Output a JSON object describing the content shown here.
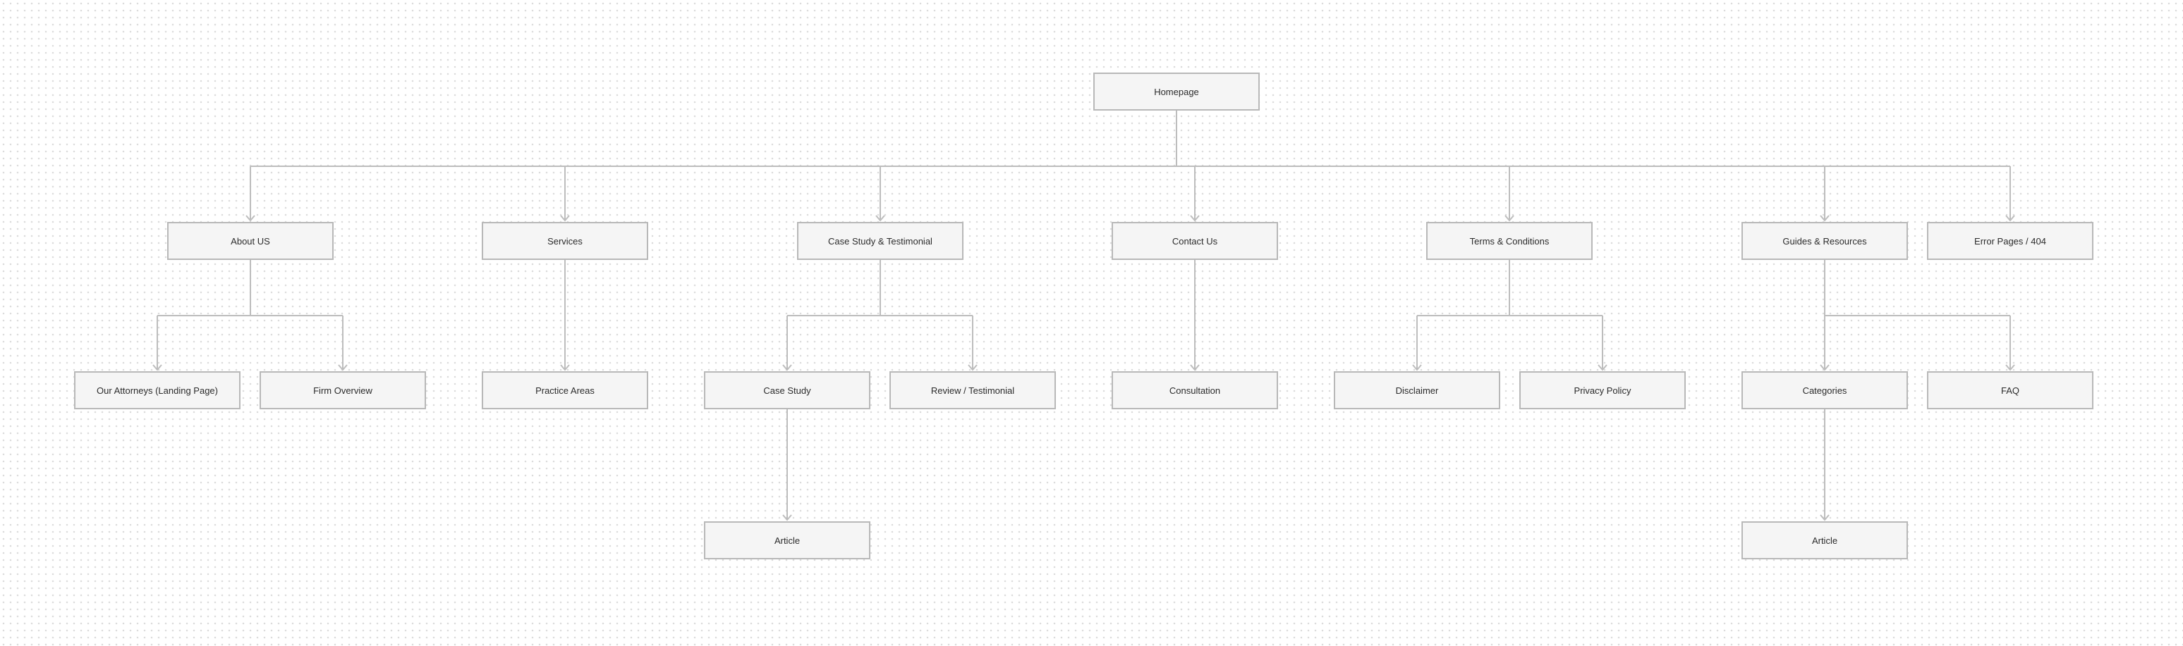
{
  "sitemap": {
    "nodes": {
      "homepage": "Homepage",
      "about_us": "About US",
      "services": "Services",
      "case_study_testimonial": "Case Study & Testimonial",
      "contact_us": "Contact Us",
      "terms_conditions": "Terms & Conditions",
      "guides_resources": "Guides & Resources",
      "error_pages": "Error Pages / 404",
      "our_attorneys": "Our Attorneys (Landing Page)",
      "firm_overview": "Firm Overview",
      "practice_areas": "Practice Areas",
      "case_study": "Case Study",
      "review_testimonial": "Review / Testimonial",
      "consultation": "Consultation",
      "disclaimer": "Disclaimer",
      "privacy_policy": "Privacy Policy",
      "categories": "Categories",
      "faq": "FAQ",
      "case_study_article": "Article",
      "categories_article": "Article"
    },
    "edges": [
      [
        "homepage",
        "about_us"
      ],
      [
        "homepage",
        "services"
      ],
      [
        "homepage",
        "case_study_testimonial"
      ],
      [
        "homepage",
        "contact_us"
      ],
      [
        "homepage",
        "terms_conditions"
      ],
      [
        "homepage",
        "guides_resources"
      ],
      [
        "homepage",
        "error_pages"
      ],
      [
        "about_us",
        "our_attorneys"
      ],
      [
        "about_us",
        "firm_overview"
      ],
      [
        "services",
        "practice_areas"
      ],
      [
        "case_study_testimonial",
        "case_study"
      ],
      [
        "case_study_testimonial",
        "review_testimonial"
      ],
      [
        "contact_us",
        "consultation"
      ],
      [
        "terms_conditions",
        "disclaimer"
      ],
      [
        "terms_conditions",
        "privacy_policy"
      ],
      [
        "guides_resources",
        "categories"
      ],
      [
        "guides_resources",
        "faq"
      ],
      [
        "case_study",
        "case_study_article"
      ],
      [
        "categories",
        "categories_article"
      ]
    ],
    "colors": {
      "node_fill": "#f5f5f5",
      "node_border": "#b8b8b8",
      "connector": "#bdbdbd",
      "text": "#2b2b2b",
      "background": "#ffffff"
    }
  }
}
